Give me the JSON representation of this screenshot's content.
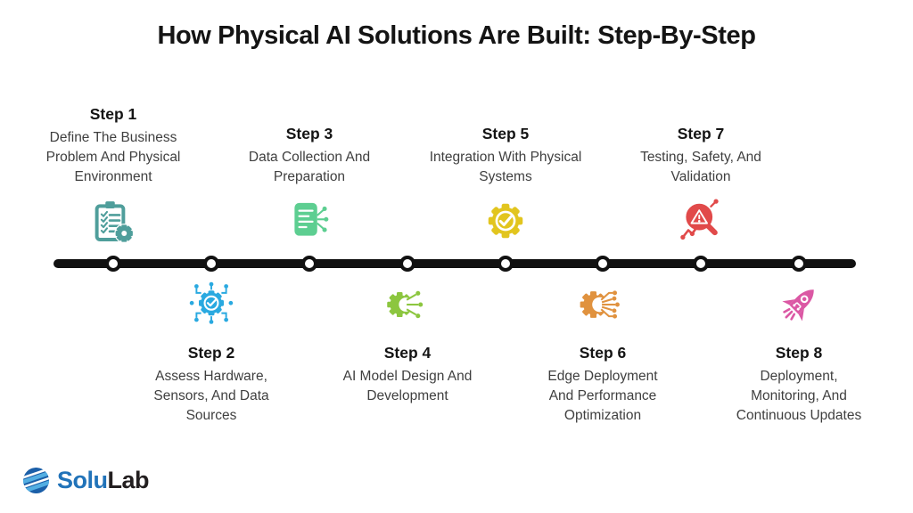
{
  "title": "How Physical AI Solutions Are Built: Step-By-Step",
  "steps": [
    {
      "label": "Step 1",
      "description": "Define The Business Problem And Physical Environment",
      "icon": "checklist-gear-icon",
      "color": "#4F9E9B",
      "position": "top"
    },
    {
      "label": "Step 2",
      "description": "Assess Hardware, Sensors, And Data Sources",
      "icon": "circuit-gear-check-icon",
      "color": "#29A9E0",
      "position": "bottom"
    },
    {
      "label": "Step 3",
      "description": "Data Collection And Preparation",
      "icon": "data-document-icon",
      "color": "#5DCE91",
      "position": "top"
    },
    {
      "label": "Step 4",
      "description": "AI Model Design And Development",
      "icon": "ai-gear-circuit-icon",
      "color": "#8CC63F",
      "position": "bottom"
    },
    {
      "label": "Step 5",
      "description": "Integration With Physical Systems",
      "icon": "gear-check-icon",
      "color": "#E2C51E",
      "position": "top"
    },
    {
      "label": "Step 6",
      "description": "Edge Deployment And Performance Optimization",
      "icon": "edge-gear-circuit-icon",
      "color": "#E0923F",
      "position": "bottom"
    },
    {
      "label": "Step 7",
      "description": "Testing, Safety, And Validation",
      "icon": "warning-magnifier-icon",
      "color": "#E14A4A",
      "position": "top"
    },
    {
      "label": "Step 8",
      "description": "Deployment, Monitoring, And Continuous Updates",
      "icon": "rocket-icon",
      "color": "#DB58A4",
      "position": "bottom"
    }
  ],
  "timeline": {
    "node_count": 8,
    "line_color": "#111111"
  },
  "logo": {
    "text_primary": "Solu",
    "text_secondary": "Lab",
    "primary_color": "#2173B9",
    "secondary_color": "#231F20",
    "mark": "solulab-sphere-icon"
  }
}
